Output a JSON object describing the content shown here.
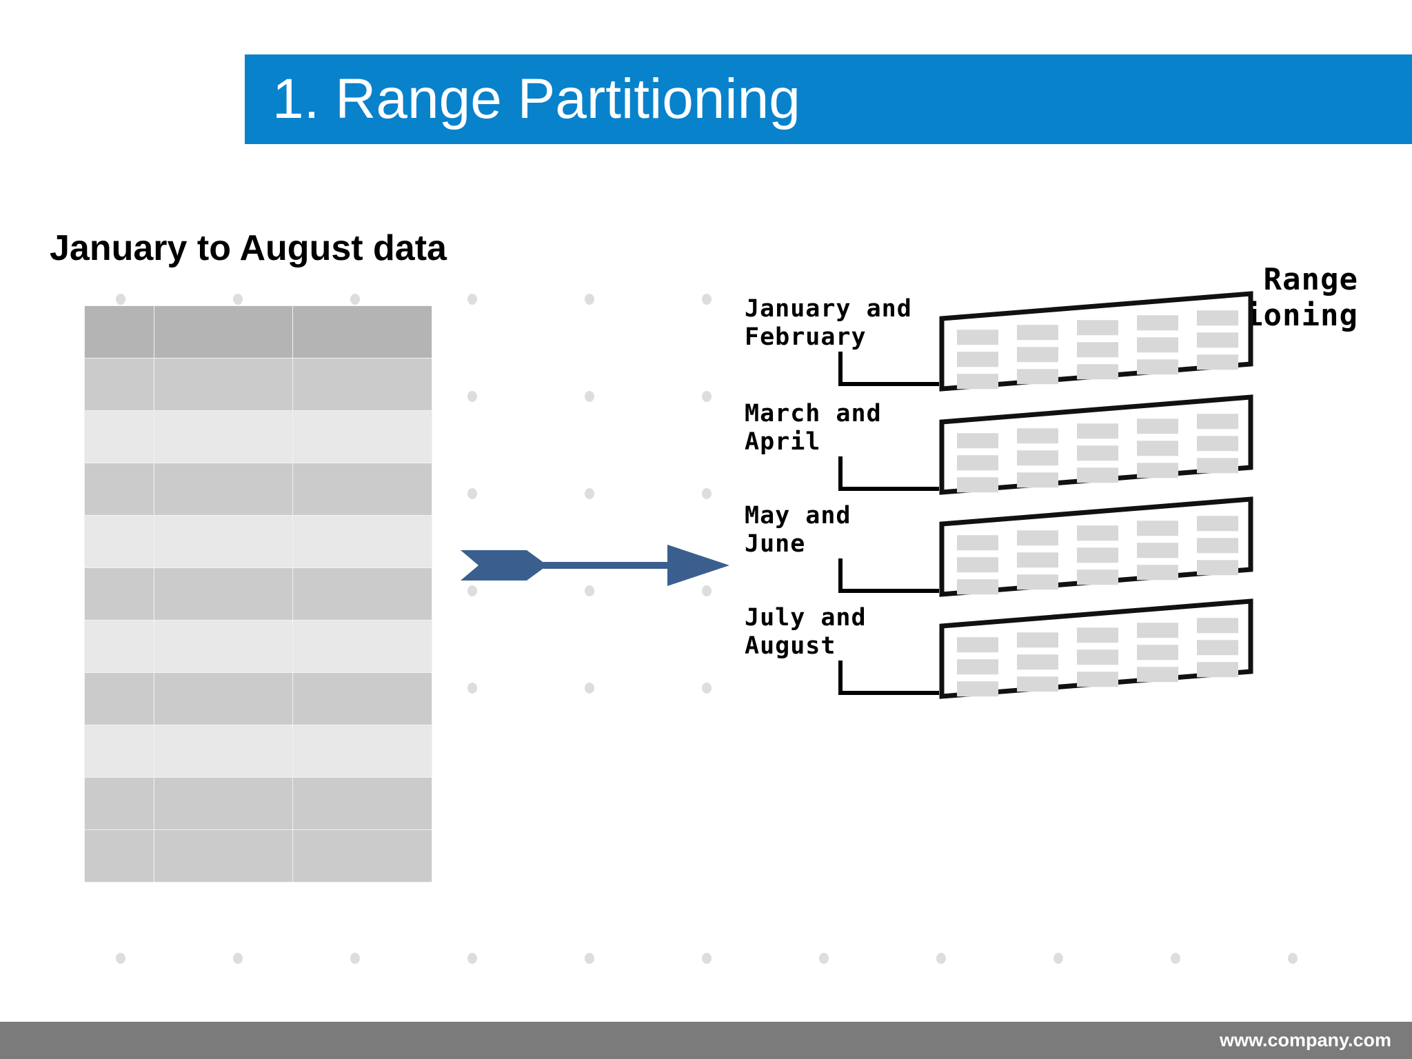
{
  "slide": {
    "title": "1. Range Partitioning",
    "subtitle": "January to August data",
    "title_bar_color": "#0982CC",
    "footer_color": "#7B7B7B",
    "arrow_color": "#3A5F8F",
    "background_color": "#FFFFFF"
  },
  "table": {
    "columns": 3,
    "rows": 11,
    "header_fill": "#B4B4B4",
    "dark_row_fill": "#CBCBCB",
    "light_row_fill": "#E8E8E8",
    "row_pattern": [
      "head",
      "dark",
      "light",
      "dark",
      "light",
      "dark",
      "light",
      "dark",
      "light",
      "dark",
      "dark"
    ],
    "cells": [
      [
        "",
        "",
        ""
      ],
      [
        "",
        "",
        ""
      ],
      [
        "",
        "",
        ""
      ],
      [
        "",
        "",
        ""
      ],
      [
        "",
        "",
        ""
      ],
      [
        "",
        "",
        ""
      ],
      [
        "",
        "",
        ""
      ],
      [
        "",
        "",
        ""
      ],
      [
        "",
        "",
        ""
      ],
      [
        "",
        "",
        ""
      ],
      [
        "",
        "",
        ""
      ]
    ]
  },
  "diagram": {
    "title_line1": "Range",
    "title_line2": "Partitioning",
    "groups": [
      {
        "label_line1": "January and",
        "label_line2": "February",
        "cols": 5,
        "rows": 3
      },
      {
        "label_line1": "March and",
        "label_line2": "April",
        "cols": 5,
        "rows": 3
      },
      {
        "label_line1": "May and",
        "label_line2": "June",
        "cols": 5,
        "rows": 3
      },
      {
        "label_line1": "July and",
        "label_line2": "August",
        "cols": 5,
        "rows": 3
      }
    ],
    "box_border_color": "#111111",
    "record_fill": "#D8D8D8"
  },
  "arrow": {
    "icon": "striped-right-arrow-icon",
    "direction": "right"
  },
  "footer": {
    "url": "www.company.com"
  },
  "decoration": {
    "dot_color": "#DDDDDD",
    "dot_rows_y": [
      434,
      575,
      716,
      857,
      998,
      1390
    ],
    "dot_cols_x": [
      175,
      345,
      515,
      685,
      855,
      1025,
      1195,
      1365,
      1535,
      1705,
      1875
    ],
    "top_band_cols_x": [
      175,
      345,
      515,
      685,
      855,
      1025
    ]
  }
}
